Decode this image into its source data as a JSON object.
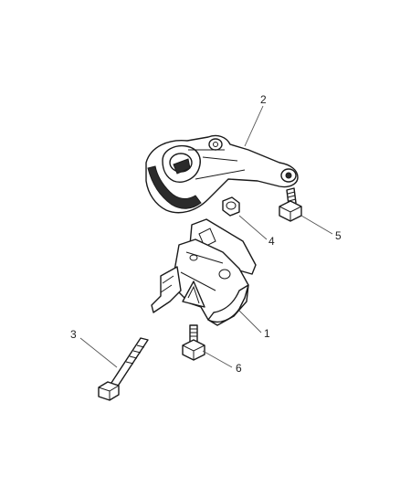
{
  "diagram": {
    "callouts": [
      {
        "id": "2",
        "label": "2"
      },
      {
        "id": "4",
        "label": "4"
      },
      {
        "id": "5",
        "label": "5"
      },
      {
        "id": "1",
        "label": "1"
      },
      {
        "id": "3",
        "label": "3"
      },
      {
        "id": "6",
        "label": "6"
      }
    ]
  }
}
